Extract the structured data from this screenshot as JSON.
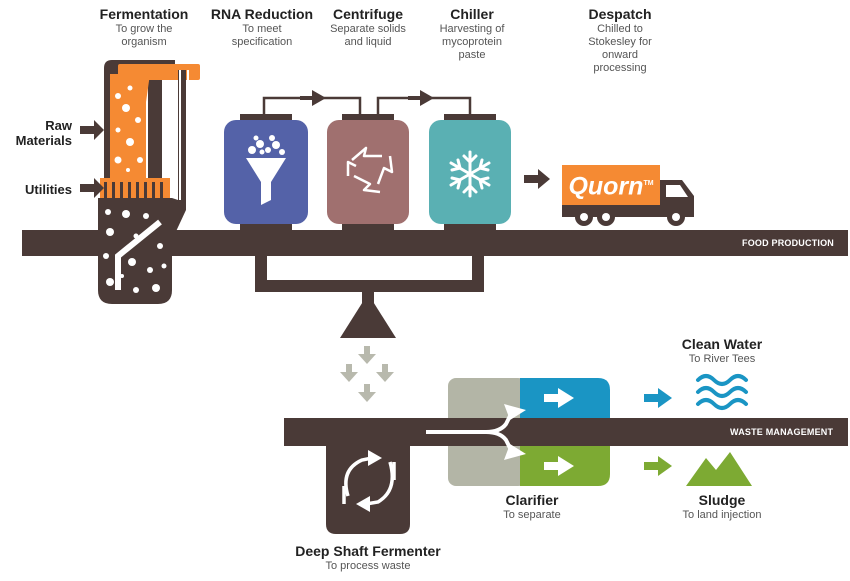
{
  "stages": {
    "fermentation": {
      "title": "Fermentation",
      "sub": "To grow the organism"
    },
    "rna": {
      "title": "RNA Reduction",
      "sub": "To meet specification"
    },
    "centrifuge": {
      "title": "Centrifuge",
      "sub": "Separate solids and liquid"
    },
    "chiller": {
      "title": "Chiller",
      "sub": "Harvesting of mycoprotein paste"
    },
    "despatch": {
      "title": "Despatch",
      "sub": "Chilled to Stokesley for onward processing"
    }
  },
  "inputs": {
    "raw": "Raw Materials",
    "utilities": "Utilities"
  },
  "bars": {
    "food": "FOOD PRODUCTION",
    "waste": "WASTE MANAGEMENT"
  },
  "truck_logo": "Quorn",
  "trademark": "TM",
  "waste": {
    "clean_water": {
      "title": "Clean Water",
      "sub": "To River Tees"
    },
    "sludge": {
      "title": "Sludge",
      "sub": "To land injection"
    },
    "clarifier": {
      "title": "Clarifier",
      "sub": "To separate"
    },
    "deep_shaft": {
      "title": "Deep Shaft Fermenter",
      "sub": "To process waste"
    }
  },
  "colors": {
    "dark": "#4a3a37",
    "blue_tank": "#5462a8",
    "red_tank": "#a0706f",
    "teal_tank": "#5ab0b3",
    "orange": "#f58a33",
    "water_blue": "#1a95c4",
    "sludge_green": "#7daa33",
    "clarifier_grey": "#b3b5a6",
    "waste_arrows": "#b8b9ad"
  },
  "icons": [
    "funnel-icon",
    "recycle-arrows-icon",
    "snowflake-icon",
    "truck-icon",
    "water-waves-icon",
    "mountain-icon",
    "cycle-arrows-icon"
  ]
}
